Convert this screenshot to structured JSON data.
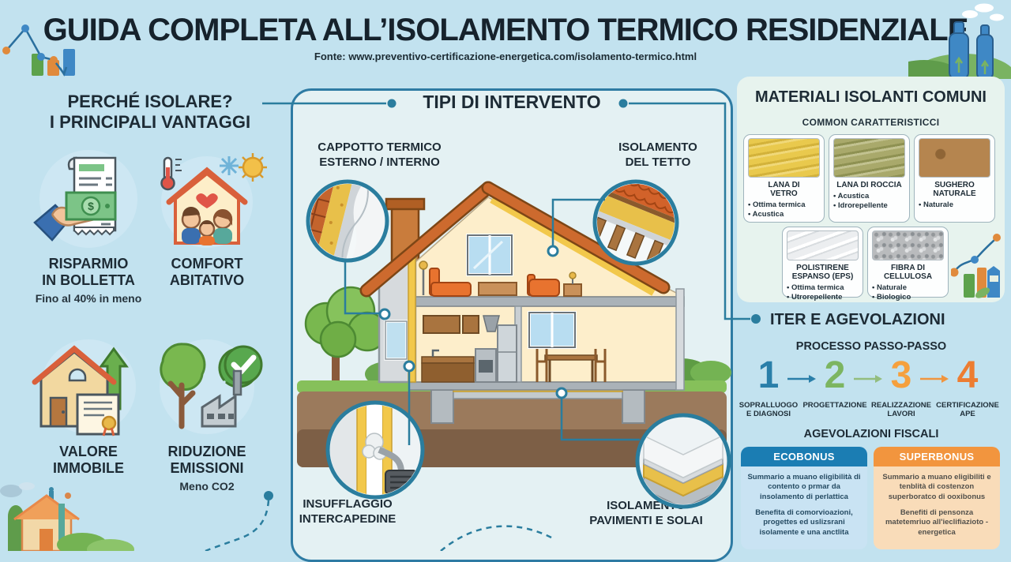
{
  "header": {
    "title": "GUIDA COMPLETA ALL’ISOLAMENTO TERMICO RESIDENZIALE",
    "source": "Fonte: www.preventivo-certificazione-energetica.com/isolamento-termico.html"
  },
  "benefits": {
    "heading": "PERCHÉ ISOLARE?\nI PRINCIPALI VANTAGGI",
    "items": [
      {
        "label": "RISPARMIO\nIN BOLLETTA",
        "caption": "Fino al 40% in meno",
        "icon": "money-receipt-icon"
      },
      {
        "label": "COMFORT\nABITATIVO",
        "caption": "",
        "icon": "family-house-icon"
      },
      {
        "label": "VALORE\nIMMOBILE",
        "caption": "",
        "icon": "house-arrow-certificate-icon"
      },
      {
        "label": "RIDUZIONE\nEMISSIONI",
        "caption": "Meno CO2",
        "icon": "tree-factory-check-icon"
      }
    ]
  },
  "interventions": {
    "heading": "TIPI DI INTERVENTO",
    "wall_label": "CAPPOTTO TERMICO\nESTERNO / INTERNO",
    "roof_label": "ISOLAMENTO\nDEL TETTO",
    "cavity_label": "INSUFFLAGGIO\nINTERCAPEDINE",
    "floor_label": "ISOLAMENTO\nPAVIMENTI E SOLAI"
  },
  "materials": {
    "heading": "MATERIALI ISOLANTI COMUNI",
    "subheading": "COMMON CARATTERISTICCI",
    "items": [
      {
        "name": "LANA DI\nVETRO",
        "features": [
          "Ottima termica",
          "Acustica"
        ]
      },
      {
        "name": "LANA DI ROCCIA",
        "features": [
          "Acustica",
          "Idrorepellente"
        ]
      },
      {
        "name": "SUGHERO\nNATURALE",
        "features": [
          "Naturale"
        ]
      },
      {
        "name": "POLISTIRENE\nESPANSO (EPS)",
        "features": [
          "Ottima termica",
          "Utrorepellente"
        ]
      },
      {
        "name": "FIBRA DI\nCELLULOSA",
        "features": [
          "Naturale",
          "Biologico"
        ]
      }
    ]
  },
  "process": {
    "heading": "ITER E AGEVOLAZIONI",
    "subheading": "PROCESSO PASSO-PASSO",
    "steps": [
      {
        "number": "1",
        "label": "SOPRALLUOGO\nE DIAGNOSI",
        "color": "#2a7fa9"
      },
      {
        "number": "2",
        "label": "PROGETTAZIONE",
        "color": "#7cb561"
      },
      {
        "number": "3",
        "label": "REALIZZAZIONE\nLAVORI",
        "color": "#f5a03d"
      },
      {
        "number": "4",
        "label": "CERTIFICAZIONE\nAPE",
        "color": "#ed7d31"
      }
    ],
    "arrow_colors": [
      "#2a7fa9",
      "#93bd7e",
      "#f0953f"
    ]
  },
  "incentives": {
    "heading": "AGEVOLAZIONI FISCALI",
    "cards": [
      {
        "name": "ECOBONUS",
        "header_color": "#1b7db3",
        "body_color": "#c9e3f3",
        "para1": "Summario a muano eligibilità di contento o prmar da insolamento di perlattica",
        "para2": "Benefita di comorvioazioni, progettes ed uslizsrani isolamente e una anctlita"
      },
      {
        "name": "SUPERBONUS",
        "header_color": "#f2953e",
        "body_color": "#f9dcb9",
        "para1": "Summario a muano eligibiliti e tenblità di costenzon superboratco di ooxibonus",
        "para2": "Benefiti di pensonza matetemriuo all'ieclifiazioto -energetica"
      }
    ]
  },
  "colors": {
    "background": "#c2e2ef",
    "panel_background": "#e4f1f3",
    "panel_border": "#2e7ba3",
    "connector": "#2a7d9e",
    "title_text": "#16222c"
  }
}
